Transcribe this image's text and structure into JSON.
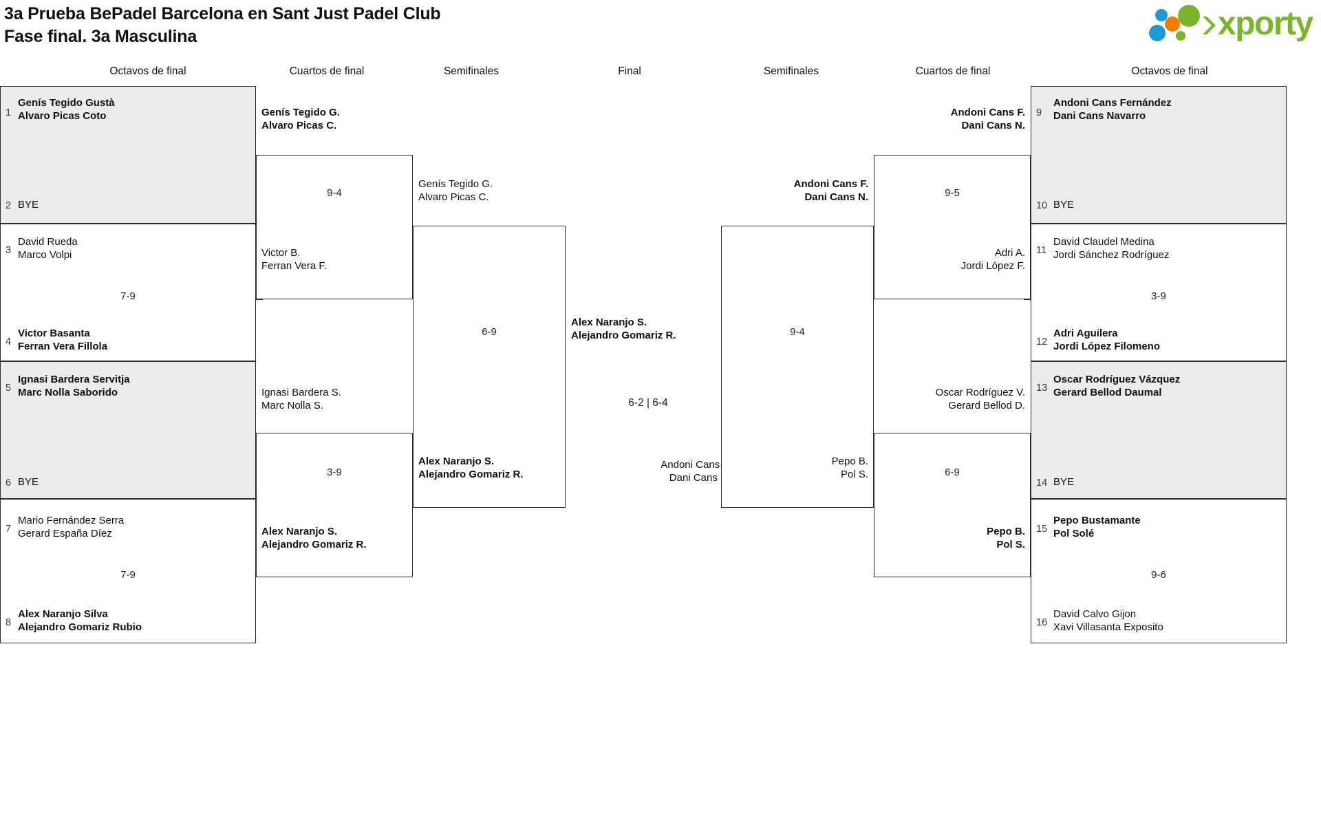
{
  "header": {
    "title_line1": "3a Prueba BePadel Barcelona en Sant Just Padel Club",
    "title_line2": "Fase final. 3a Masculina",
    "logo_text": "xporty",
    "logo_colors": {
      "green": "#79b62b",
      "blue": "#1b9ad6",
      "orange": "#ef7d00"
    }
  },
  "rounds": [
    {
      "label": "Octavos de final"
    },
    {
      "label": "Cuartos de final"
    },
    {
      "label": "Semifinales"
    },
    {
      "label": "Final"
    },
    {
      "label": "Semifinales"
    },
    {
      "label": "Cuartos de final"
    },
    {
      "label": "Octavos de final"
    }
  ],
  "left": {
    "r16": [
      {
        "seed": "1",
        "p1": "Genís Tegido Gustà",
        "p2": "Alvaro Picas Coto",
        "bold": true,
        "shaded": true
      },
      {
        "seed": "2",
        "p1": "BYE",
        "p2": "",
        "bold": false,
        "shaded": true
      },
      {
        "seed": "3",
        "p1": "David Rueda",
        "p2": "Marco Volpi",
        "bold": false,
        "shaded": false
      },
      {
        "seed": "4",
        "p1": "Victor Basanta",
        "p2": "Ferran Vera Fillola",
        "bold": true,
        "shaded": false
      },
      {
        "seed": "5",
        "p1": "Ignasi Bardera Servitja",
        "p2": "Marc Nolla Saborido",
        "bold": true,
        "shaded": true
      },
      {
        "seed": "6",
        "p1": "BYE",
        "p2": "",
        "bold": false,
        "shaded": true
      },
      {
        "seed": "7",
        "p1": "Mario Fernández Serra",
        "p2": "Gerard España Díez",
        "bold": false,
        "shaded": false
      },
      {
        "seed": "8",
        "p1": "Alex Naranjo Silva",
        "p2": "Alejandro Gomariz Rubio",
        "bold": true,
        "shaded": false
      }
    ],
    "r16_scores": [
      "",
      "7-9",
      "",
      "7-9"
    ],
    "qf": [
      {
        "p1": "Genís Tegido G.",
        "p2": "Alvaro Picas C.",
        "bold": true
      },
      {
        "p1": "Victor B.",
        "p2": "Ferran Vera F.",
        "bold": false
      },
      {
        "p1": "Ignasi Bardera S.",
        "p2": "Marc Nolla S.",
        "bold": false
      },
      {
        "p1": "Alex Naranjo S.",
        "p2": "Alejandro Gomariz R.",
        "bold": true
      }
    ],
    "qf_scores": [
      "9-4",
      "3-9"
    ],
    "sf": [
      {
        "p1": "Genís Tegido G.",
        "p2": "Alvaro Picas C.",
        "bold": false
      },
      {
        "p1": "Alex Naranjo S.",
        "p2": "Alejandro Gomariz R.",
        "bold": true
      }
    ],
    "sf_score": "6-9"
  },
  "final": {
    "winner": {
      "p1": "Alex Naranjo S.",
      "p2": "Alejandro Gomariz R.",
      "bold": true
    },
    "runner_up": {
      "p1": "Andoni Cans F.",
      "p2": "Dani Cans N.",
      "bold": false
    },
    "score": "6-2 | 6-4"
  },
  "right": {
    "sf": [
      {
        "p1": "Andoni Cans F.",
        "p2": "Dani Cans N.",
        "bold": true
      },
      {
        "p1": "Pepo B.",
        "p2": "Pol S.",
        "bold": false
      }
    ],
    "sf_score": "9-4",
    "qf": [
      {
        "p1": "Andoni Cans F.",
        "p2": "Dani Cans N.",
        "bold": true
      },
      {
        "p1": "Adri A.",
        "p2": "Jordi López F.",
        "bold": false
      },
      {
        "p1": "Oscar Rodríguez V.",
        "p2": "Gerard Bellod D.",
        "bold": false
      },
      {
        "p1": "Pepo B.",
        "p2": "Pol S.",
        "bold": true
      }
    ],
    "qf_scores": [
      "9-5",
      "6-9"
    ],
    "r16": [
      {
        "seed": "9",
        "p1": "Andoni Cans Fernández",
        "p2": "Dani Cans Navarro",
        "bold": true,
        "shaded": true
      },
      {
        "seed": "10",
        "p1": "BYE",
        "p2": "",
        "bold": false,
        "shaded": true
      },
      {
        "seed": "11",
        "p1": "David Claudel Medina",
        "p2": "Jordi Sánchez Rodríguez",
        "bold": false,
        "shaded": false
      },
      {
        "seed": "12",
        "p1": "Adri Aguilera",
        "p2": "Jordi López Filomeno",
        "bold": true,
        "shaded": false
      },
      {
        "seed": "13",
        "p1": "Oscar Rodríguez Vázquez",
        "p2": "Gerard Bellod Daumal",
        "bold": true,
        "shaded": true
      },
      {
        "seed": "14",
        "p1": "BYE",
        "p2": "",
        "bold": false,
        "shaded": true
      },
      {
        "seed": "15",
        "p1": "Pepo Bustamante",
        "p2": "Pol Solé",
        "bold": true,
        "shaded": false
      },
      {
        "seed": "16",
        "p1": "David Calvo Gijon",
        "p2": "Xavi Villasanta Exposito",
        "bold": false,
        "shaded": false
      }
    ],
    "r16_scores": [
      "",
      "3-9",
      "",
      "9-6"
    ]
  }
}
